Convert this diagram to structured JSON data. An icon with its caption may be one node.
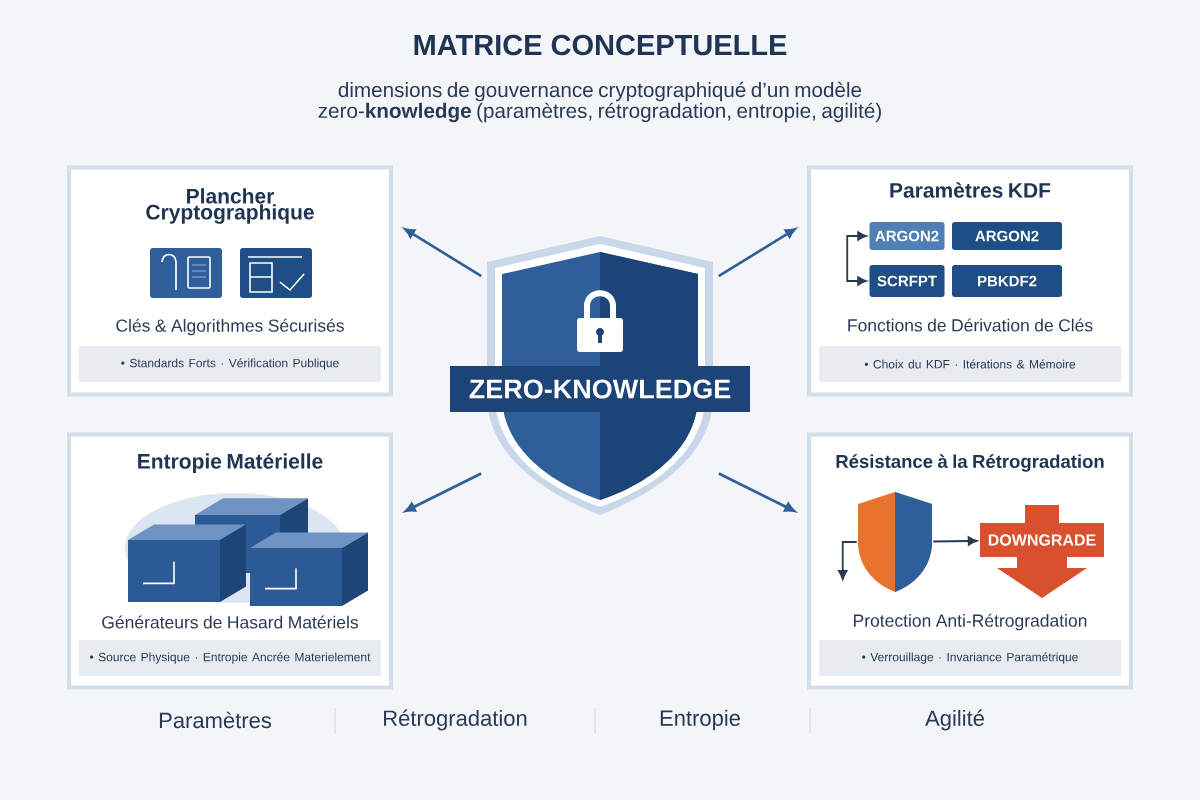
{
  "diagram": {
    "title": "MATRICE CONCEPTUELLE",
    "nodes": [
      {
        "text": [
          "ZERO-KNOWLEDGE"
        ]
      },
      {
        "text": [
          "Plancher Cryptographique",
          "Clés & Algorithmes Sécurisés",
          "• Standards Forts · Vérification Publique"
        ]
      },
      {
        "text": [
          "Paramètres KDF",
          "Fonctions de Dérivation de Clés",
          "• Choix du KDF · Itérations & Mémoire"
        ]
      },
      {
        "text": [
          "ARGON2"
        ],
        "in": 2
      },
      {
        "text": [
          "ARGON2"
        ],
        "in": 2
      },
      {
        "text": [
          "SCRFPT"
        ],
        "in": 2
      },
      {
        "text": [
          "PBKDF2"
        ],
        "in": 2
      },
      {
        "text": [
          "Entropie Matérielle",
          "Générateurs de Hasard Matériels",
          "• Source Physique · Entropie Ancrée Materielement"
        ]
      },
      {
        "text": [
          "Résistance à la Rétrogradation",
          "Protection Anti-Rétrogradation",
          "• Verrouillage · Invariance Paramétrique"
        ]
      },
      {
        "text": [],
        "shape": "picture",
        "in": 8
      },
      {
        "text": [
          "DOWNGRADE"
        ],
        "in": 8
      }
    ],
    "edges": [
      {
        "from": 0,
        "to": 1,
        "arrow": "to"
      },
      {
        "from": 0,
        "to": 2,
        "arrow": "to"
      },
      {
        "from": 0,
        "to": 7,
        "arrow": "to"
      },
      {
        "from": 0,
        "to": 8,
        "arrow": "to"
      },
      {
        "from": 3,
        "to": 5,
        "arrow": "both"
      },
      {
        "from": 9,
        "to": 10,
        "arrow": "to"
      },
      {
        "from": 9,
        "to": null,
        "arrow": "to"
      }
    ],
    "labels": [
      "dimensions de gouvernance cryptographiqué d’un modèle zero-**knowledge** (paramètres, rétrogradation, entropie, agilité)",
      "Paramètres",
      "Rétrogradation",
      "Entropie",
      "Agilité"
    ]
  }
}
